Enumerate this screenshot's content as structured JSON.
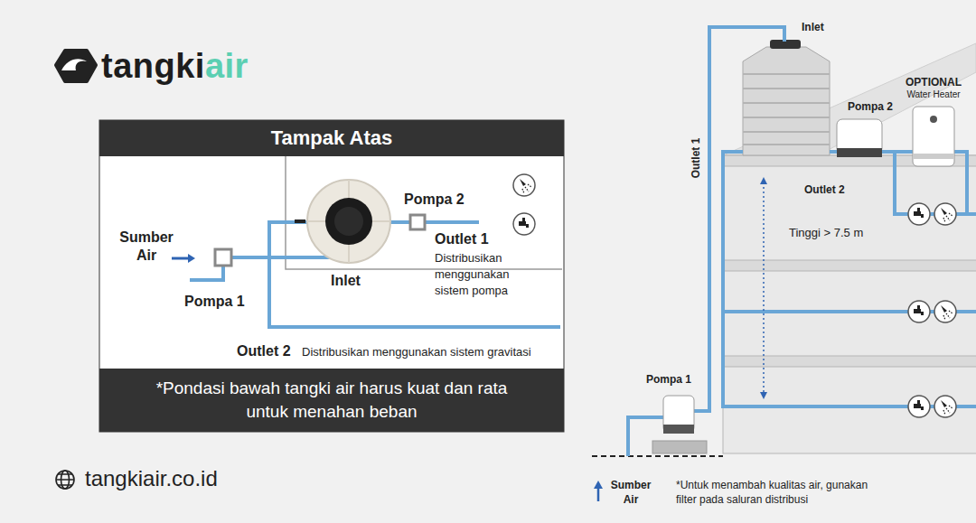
{
  "diagram": {
    "nodes": [
      {
        "text": [
          "Tampak Atas"
        ]
      },
      {
        "text": [
          "*Pondasi bawah tangki air harus kuat dan rata untuk menahan beban"
        ],
        "in": 0
      },
      {
        "text": [
          "OPTIONAL",
          "Water Heater"
        ]
      }
    ],
    "labels": [
      "tangki",
      "air",
      "Sumber Air",
      "Pompa 1",
      "Inlet",
      "Pompa 2",
      "Outlet 1",
      "Distribusikan menggunakan sistem pompa",
      "Outlet 2",
      "Distribusikan menggunakan sistem gravitasi",
      "tangkiair.co.id",
      "Inlet",
      "Outlet 1",
      "Pompa 2",
      "Outlet 2",
      "Tinggi > 7.5 m",
      "Pompa 1",
      "Sumber Air",
      "*Untuk menambah kualitas air, gunakan filter pada saluran distribusi"
    ]
  }
}
